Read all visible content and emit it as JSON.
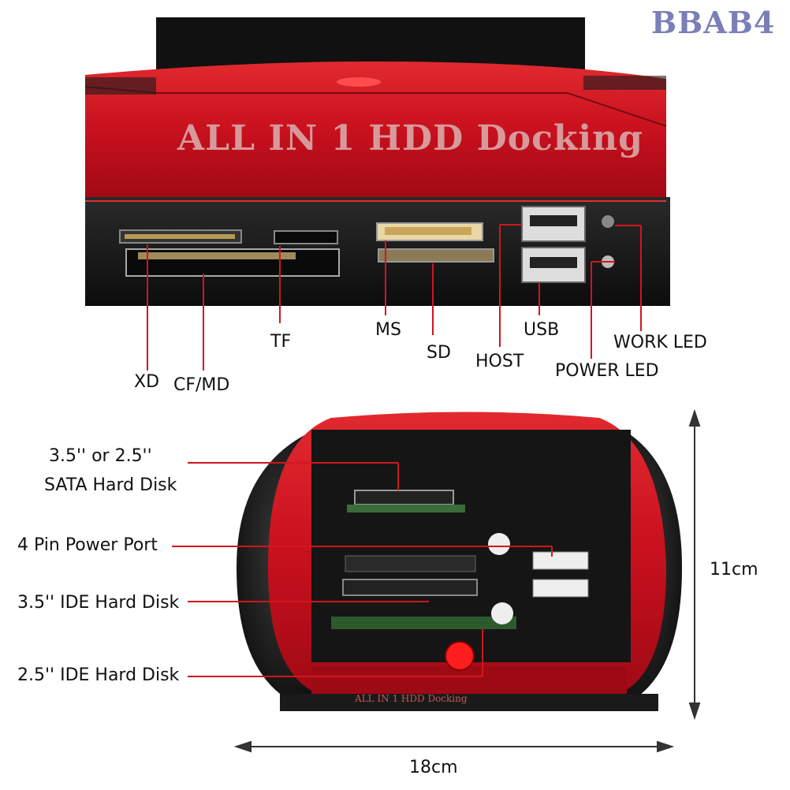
{
  "watermark": "BBAB4",
  "device_front": {
    "title": "ALL IN 1 HDD Docking"
  },
  "device_top": {
    "front_text": "ALL IN 1 HDD Docking"
  },
  "port_labels": {
    "xd": "XD",
    "cf_md": "CF/MD",
    "tf": "TF",
    "ms": "MS",
    "sd": "SD",
    "host": "HOST",
    "usb": "USB",
    "power_led": "POWER LED",
    "work_led": "WORK LED"
  },
  "bay_labels": {
    "sata": "3.5'' or 2.5''",
    "sata_line2": "SATA Hard Disk",
    "power_port": "4 Pin Power Port",
    "ide35": "3.5'' IDE Hard Disk",
    "ide25": "2.5'' IDE Hard Disk"
  },
  "dimensions": {
    "height": "11cm",
    "width": "18cm"
  },
  "colors": {
    "device_red": "#c8101e",
    "device_black": "#141414",
    "watermark": "#7b7fb7",
    "callout_line": "#d0161e"
  }
}
